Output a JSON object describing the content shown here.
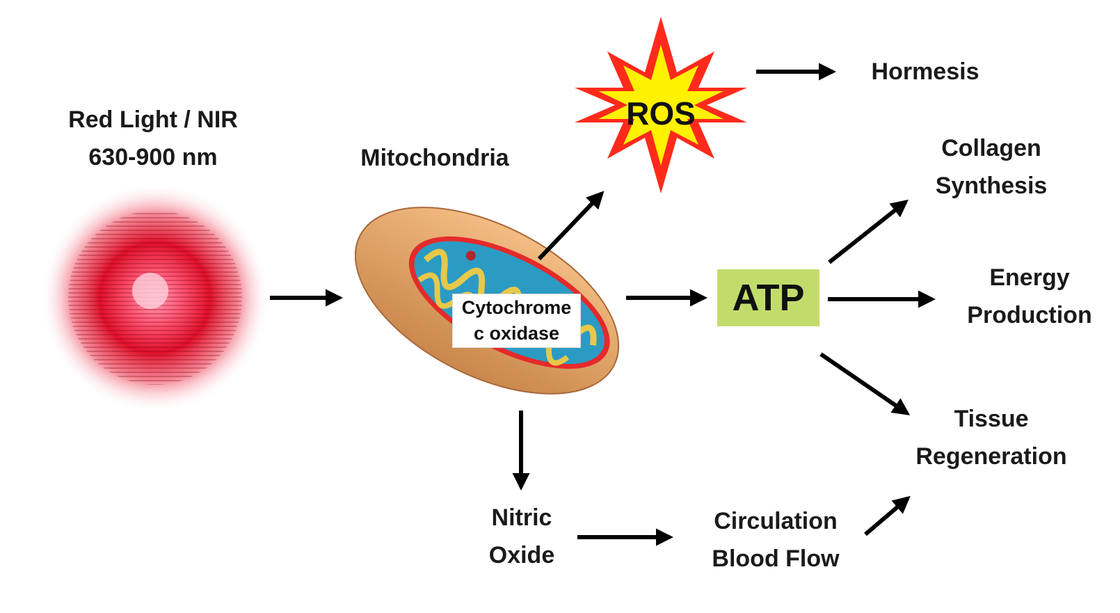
{
  "light_source": {
    "label_line1": "Red Light / NIR",
    "label_line2": "630-900 nm",
    "color": "#e0102a"
  },
  "mitochondria": {
    "label": "Mitochondria",
    "enzyme_line1": "Cytochrome",
    "enzyme_line2": "c oxidase",
    "outer_color": "#d9955a",
    "matrix_color": "#2b9bc4"
  },
  "ros": {
    "label": "ROS",
    "fill_color": "#fff200",
    "outline_color": "#ff2a1a"
  },
  "atp": {
    "label": "ATP",
    "box_color": "#c2dc6c"
  },
  "outcomes": {
    "hormesis": "Hormesis",
    "collagen_line1": "Collagen",
    "collagen_line2": "Synthesis",
    "energy_line1": "Energy",
    "energy_line2": "Production",
    "tissue_line1": "Tissue",
    "tissue_line2": "Regeneration"
  },
  "nitric_oxide": {
    "line1": "Nitric",
    "line2": "Oxide"
  },
  "circulation": {
    "line1": "Circulation",
    "line2": "Blood Flow"
  },
  "arrow_color": "#000000"
}
